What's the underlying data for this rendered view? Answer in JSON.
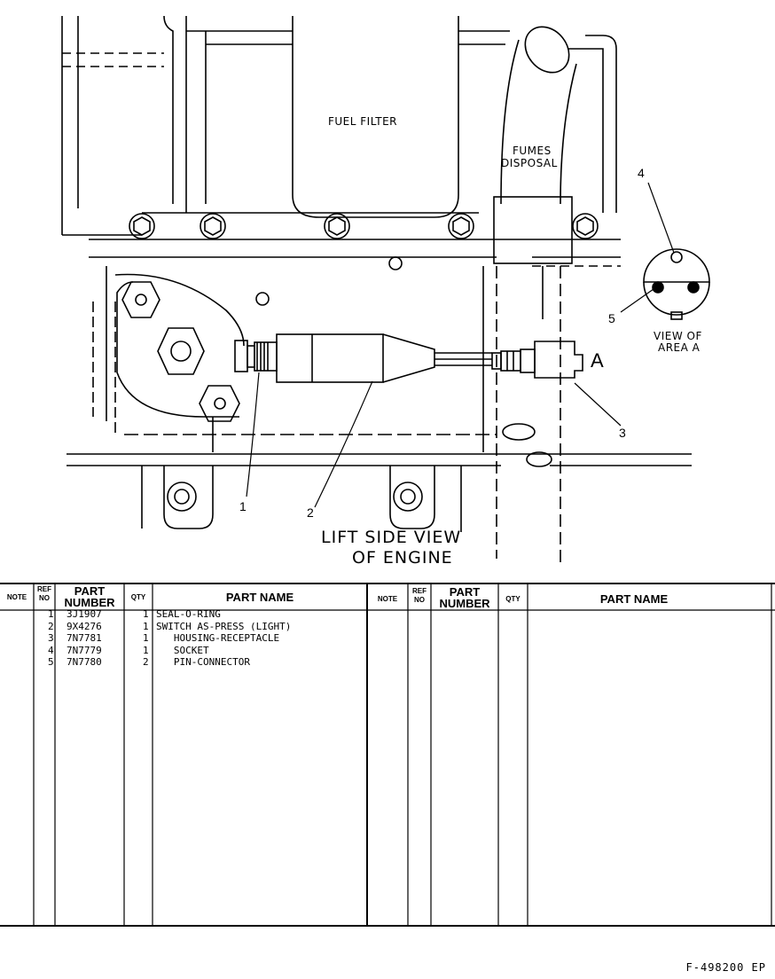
{
  "diagram": {
    "fuel_filter_label": "FUEL FILTER",
    "fumes_disposal_line1": "FUMES",
    "fumes_disposal_line2": "DISPOSAL",
    "view_of_area_line1": "VIEW OF",
    "view_of_area_line2": "AREA A",
    "title_line1": "LIFT SIDE VIEW",
    "title_line2": "OF ENGINE",
    "area_letter": "A",
    "callouts": [
      "1",
      "2",
      "3",
      "4",
      "5"
    ]
  },
  "table": {
    "headers_left": {
      "note": "NOTE",
      "ref_no_1": "REF",
      "ref_no_2": "NO",
      "part_number_1": "PART",
      "part_number_2": "NUMBER",
      "qty": "QTY",
      "part_name": "PART NAME"
    },
    "headers_right": {
      "note": "NOTE",
      "ref_no_1": "REF",
      "ref_no_2": "NO",
      "part_number_1": "PART",
      "part_number_2": "NUMBER",
      "qty": "QTY",
      "part_name": "PART NAME"
    },
    "rows": [
      {
        "ref": "1",
        "part_number": "3J1907",
        "qty": "1",
        "part_name": "SEAL-O-RING"
      },
      {
        "ref": "2",
        "part_number": "9X4276",
        "qty": "1",
        "part_name": "SWITCH AS-PRESS (LIGHT)"
      },
      {
        "ref": "3",
        "part_number": "7N7781",
        "qty": "1",
        "part_name": "   HOUSING-RECEPTACLE"
      },
      {
        "ref": "4",
        "part_number": "7N7779",
        "qty": "1",
        "part_name": "   SOCKET"
      },
      {
        "ref": "5",
        "part_number": "7N7780",
        "qty": "2",
        "part_name": "   PIN-CONNECTOR"
      }
    ]
  },
  "footer": {
    "figure_id": "F-498200 EP"
  }
}
